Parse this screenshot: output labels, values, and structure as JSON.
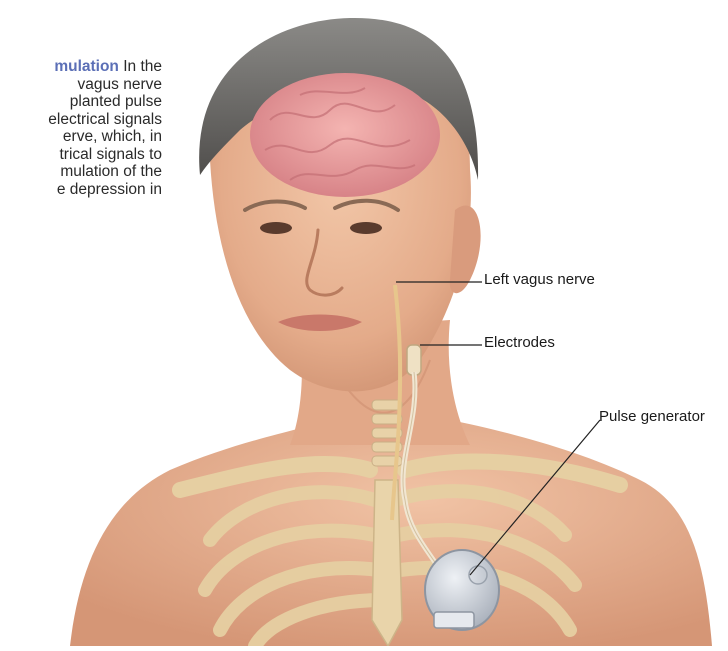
{
  "caption": {
    "heading": "mulation",
    "lines": [
      " In the",
      "vagus nerve",
      "planted pulse",
      "electrical signals",
      "erve, which, in",
      "trical signals to",
      "mulation of the",
      "e depression in"
    ]
  },
  "labels": {
    "left_vagus_nerve": "Left vagus nerve",
    "electrodes": "Electrodes",
    "pulse_generator": "Pulse generator"
  },
  "colors": {
    "caption_heading": "#5b6fb6",
    "skin": "#e9b494",
    "bone": "#e6cfa2",
    "brain": "#e89a9c",
    "hair": "#6f6d6a",
    "device": "#c9ced6",
    "lead": "#f1e6d2"
  }
}
